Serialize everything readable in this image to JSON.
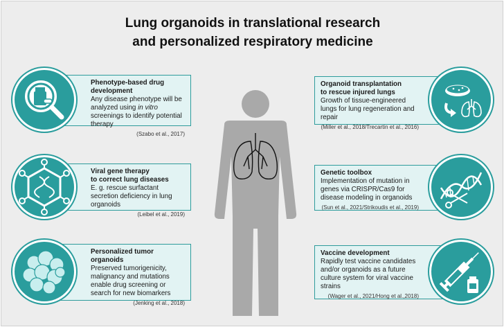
{
  "title": {
    "line1": "Lung organoids in translational research",
    "line2": "and personalized respiratory medicine"
  },
  "cards": {
    "drug": {
      "title": "Phenotype-based drug development",
      "body_pre": "Any disease phenotype will be analyzed using ",
      "body_em": "in vitro",
      "body_post": " screenings to identify potential therapy",
      "ref": "(Szabo et al., 2017)",
      "icon": "magnifier-pill-bottle-icon"
    },
    "viral": {
      "title_line1": "Viral gene therapy",
      "title_line2": "to correct lung diseases",
      "body": "E. g. rescue surfactant secretion deficiency in lung organoids",
      "ref": "(Leibel et al., 2019)",
      "icon": "virus-dna-icon"
    },
    "tumor": {
      "title": "Personalized tumor organoids",
      "body": "Preserved tumorigenicity, malignancy and mutations enable drug screening or search for new biomarkers",
      "ref": "(Jenking et al., 2018)",
      "icon": "organoid-cluster-icon"
    },
    "transplant": {
      "title_line1": "Organoid transplantation",
      "title_line2": "to rescue injured lungs",
      "body": "Growth of tissue-engineered lungs for lung regeneration and repair",
      "ref": "(Miller et al., 2018/Trecartin et al., 2016)",
      "icon": "petri-dish-lungs-icon"
    },
    "genetic": {
      "title": "Genetic toolbox",
      "body": "Implementation of mutation in genes via CRISPR/Cas9 for disease modeling in organoids",
      "ref": "(Sun et al., 2021/Strikoudis et al., 2019)",
      "icon": "dna-scissors-icon"
    },
    "vaccine": {
      "title": "Vaccine development",
      "body": "Rapidly test vaccine candidates and/or organoids as a future culture system for viral vaccine strains",
      "ref": "(Wager et al., 2021/Hong et al.,2018)",
      "icon": "syringe-vial-icon"
    }
  },
  "colors": {
    "teal": "#2a9d9d",
    "card_bg": "#e2f3f3",
    "person": "#a9a9a9",
    "background": "#ededed"
  }
}
